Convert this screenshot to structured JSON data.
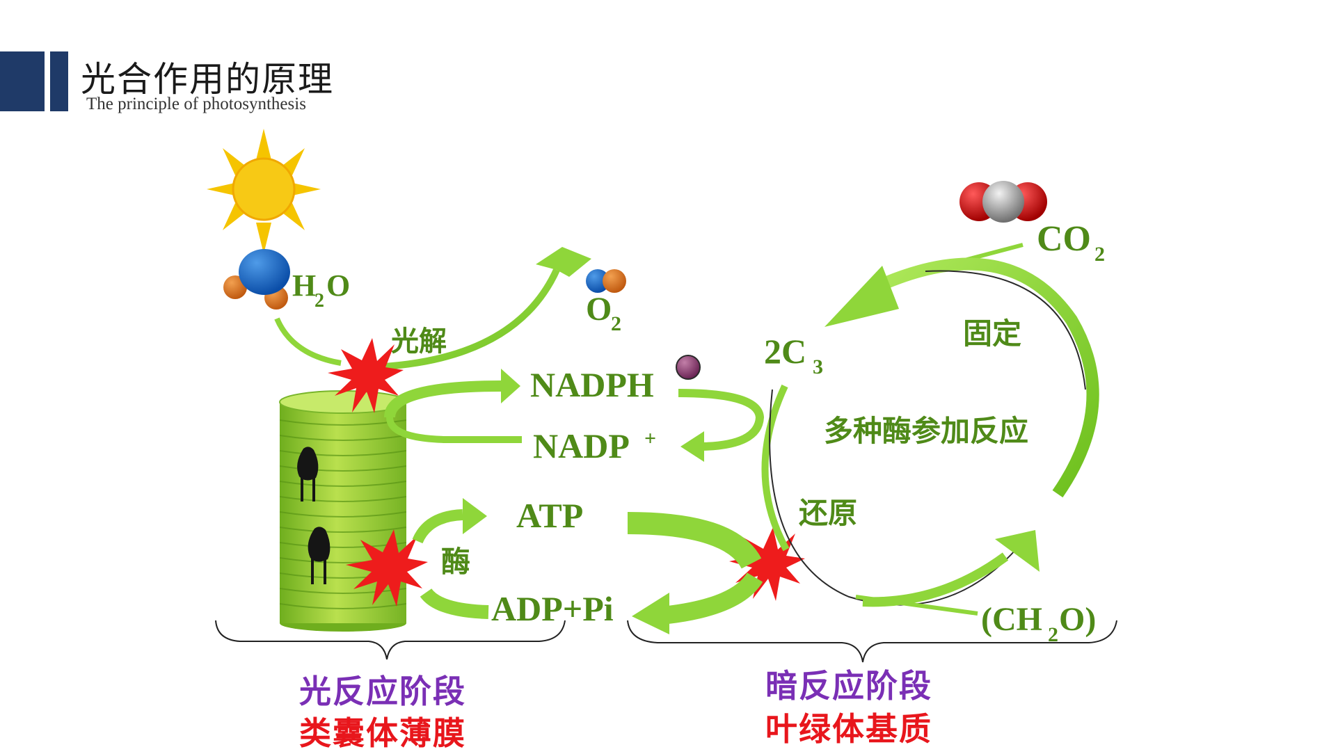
{
  "header": {
    "title": "光合作用的原理",
    "subtitle": "The principle of photosynthesis"
  },
  "diagram": {
    "labels": {
      "water": "H",
      "water_sub": "2",
      "water_tail": "O",
      "photolysis": "光解",
      "oxygen": "O",
      "oxygen_sub": "2",
      "nadph": "NADPH",
      "nadp": "NADP",
      "nadp_sup": "+",
      "atp": "ATP",
      "enzyme": "酶",
      "adp_pi": "ADP+Pi",
      "co2": "CO",
      "co2_sub": "2",
      "c3": "2C",
      "c3_sub": "3",
      "fixation": "固定",
      "enzymes": "多种酶参加反应",
      "reduction": "还原",
      "ch2o_open": "(CH",
      "ch2o_sub": "2",
      "ch2o_close": "O)"
    },
    "light_stage": {
      "name": "光反应阶段",
      "location": "类囊体薄膜"
    },
    "dark_stage": {
      "name": "暗反应阶段",
      "location": "叶绿体基质"
    },
    "colors": {
      "label_green": "#4f8a18",
      "arrow_green": "#8fd63a",
      "stage_purple": "#7a2fb5",
      "location_red": "#e8161c",
      "sun_yellow": "#f5c400",
      "burst_red": "#ee1c1c",
      "title_navy": "#1f3a68"
    },
    "icons": [
      "sun-icon",
      "water-molecule-icon",
      "oxygen-molecule-icon",
      "co2-molecule-icon",
      "hydrogen-atom-icon",
      "thylakoid-stack-icon",
      "light-burst-icon"
    ]
  }
}
